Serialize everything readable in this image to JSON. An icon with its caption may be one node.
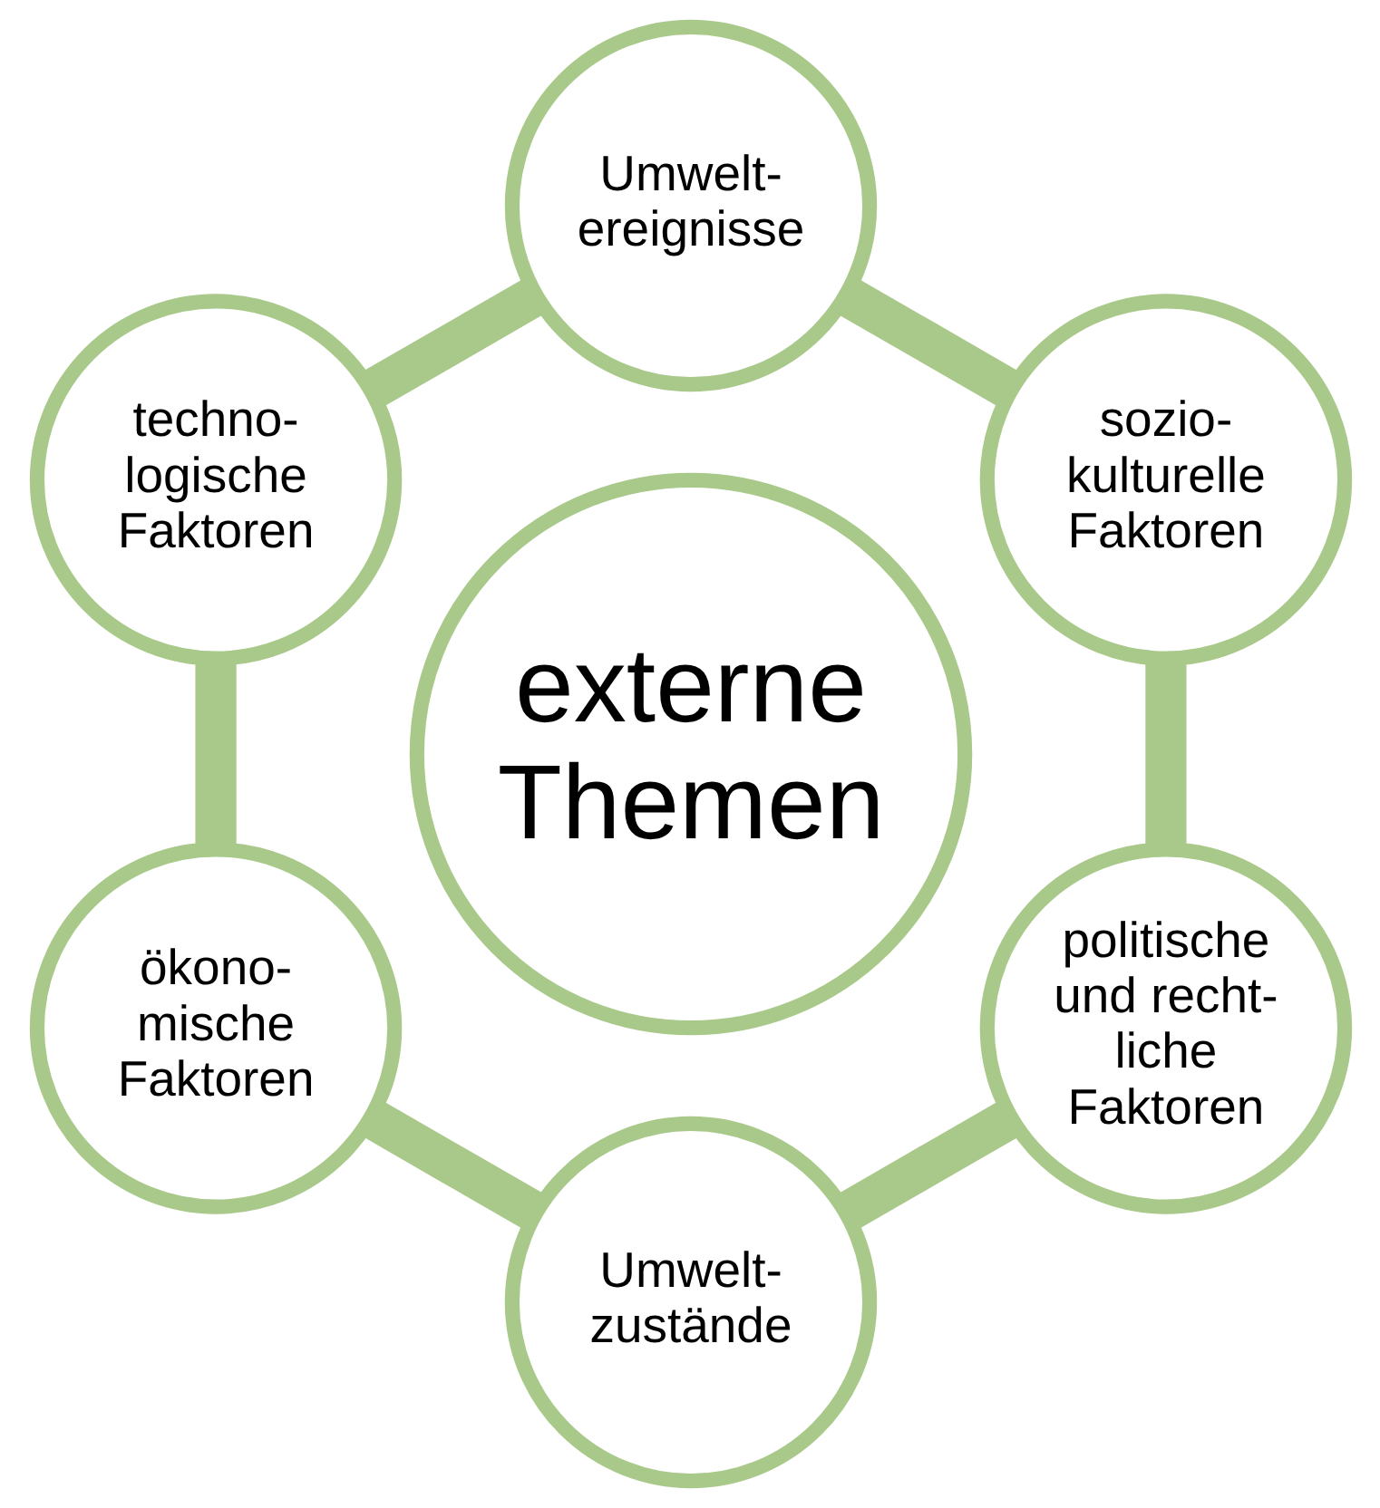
{
  "diagram": {
    "nodes": [
      {
        "text": [
          "externe Themen"
        ]
      },
      {
        "text": [
          "sozio- kulturelle Faktoren"
        ]
      },
      {
        "text": [
          "politische und recht- liche Faktoren"
        ]
      },
      {
        "text": [
          "Umwelt- zustände"
        ]
      },
      {
        "text": [
          "ökono- mische Faktoren"
        ]
      },
      {
        "text": [
          "techno- logische Faktoren"
        ]
      },
      {
        "text": [
          "Umwelt- ereignisse"
        ]
      }
    ],
    "edges": [
      {
        "from": 1,
        "to": 2,
        "arrow": "none"
      },
      {
        "from": 2,
        "to": 3,
        "arrow": "none"
      },
      {
        "from": 3,
        "to": 4,
        "arrow": "none"
      },
      {
        "from": 4,
        "to": 5,
        "arrow": "none"
      },
      {
        "from": 5,
        "to": 6,
        "arrow": "none"
      },
      {
        "from": 6,
        "to": 1,
        "arrow": "none"
      }
    ]
  }
}
